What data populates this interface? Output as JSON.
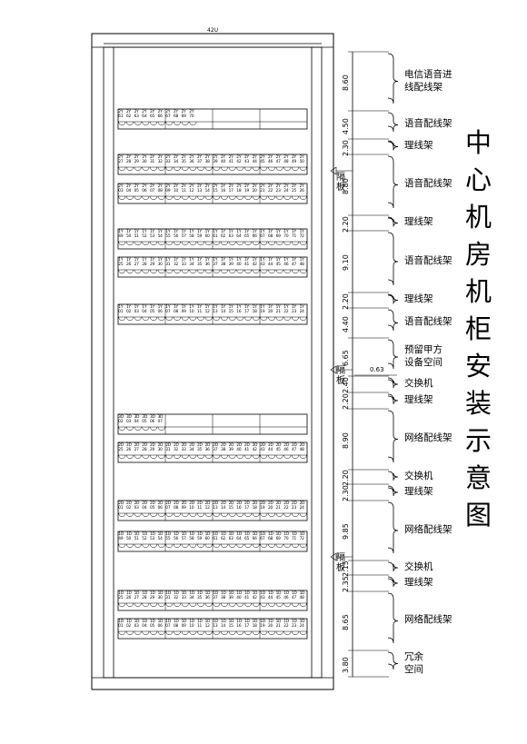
{
  "header_label": "42U",
  "title_chars": [
    "中",
    "心",
    "机",
    "房",
    "机",
    "柜",
    "安",
    "装",
    "示",
    "意",
    "图"
  ],
  "partition_label": "隔板",
  "small_dim": "0.63",
  "sections": [
    {
      "dim": "8.60",
      "label": [
        "电信语音进",
        "线配线架"
      ]
    },
    {
      "dim": "4.50",
      "label": [
        "语音配线架"
      ]
    },
    {
      "dim": "2.30",
      "label": [
        "理线架"
      ]
    },
    {
      "dim": "8.80",
      "label": [
        "语音配线架"
      ]
    },
    {
      "dim": "2.20",
      "label": [
        "理线架"
      ]
    },
    {
      "dim": "9.10",
      "label": [
        "语音配线架"
      ]
    },
    {
      "dim": "2.20",
      "label": [
        "理线架"
      ]
    },
    {
      "dim": "4.40",
      "label": [
        "语音配线架"
      ]
    },
    {
      "dim": "6.65",
      "label": [
        "预留甲方",
        "设备空间"
      ]
    },
    {
      "dim": "2.40",
      "label": [
        "交换机"
      ]
    },
    {
      "dim": "2.20",
      "label": [
        "理线架"
      ]
    },
    {
      "dim": "8.90",
      "label": [
        "网络配线架"
      ]
    },
    {
      "dim": "2.20",
      "label": [
        "交换机"
      ]
    },
    {
      "dim": "2.30",
      "label": [
        "理线架"
      ]
    },
    {
      "dim": "9.85",
      "label": [
        "网络配线架"
      ]
    },
    {
      "dim": "2.15",
      "label": [
        "交换机"
      ]
    },
    {
      "dim": "2.35",
      "label": [
        "理线架"
      ]
    },
    {
      "dim": "8.65",
      "label": [
        "网络配线架"
      ]
    },
    {
      "dim": "3.80",
      "label": [
        "冗余",
        "空间"
      ]
    }
  ],
  "panels": [
    {
      "prefix": "2Y",
      "numbers": [
        "61",
        "62",
        "63",
        "64",
        "65",
        "66",
        "67",
        "68",
        "69",
        "70"
      ]
    },
    {
      "prefix": "2Y",
      "numbers": [
        "27",
        "28",
        "29",
        "30",
        "31",
        "32",
        "33",
        "34",
        "35",
        "36",
        "37",
        "38",
        "39",
        "40",
        "41",
        "42",
        "43",
        "44",
        "45",
        "46",
        "47",
        "48",
        "49",
        "50"
      ]
    },
    {
      "prefix": "2Y",
      "numbers": [
        "03",
        "04",
        "05",
        "06",
        "07",
        "08",
        "09",
        "10",
        "11",
        "12",
        "13",
        "14",
        "15",
        "16",
        "17",
        "18",
        "19",
        "20",
        "21",
        "22",
        "23",
        "24",
        "25",
        "26"
      ]
    },
    {
      "prefix": "1Y",
      "numbers": [
        "49",
        "50",
        "51",
        "52",
        "53",
        "54",
        "55",
        "56",
        "57",
        "58",
        "59",
        "60",
        "61",
        "62",
        "63",
        "64",
        "65",
        "66",
        "67",
        "68",
        "69",
        "70",
        "71",
        "72"
      ]
    },
    {
      "prefix": "1Y",
      "numbers": [
        "25",
        "26",
        "27",
        "28",
        "29",
        "30",
        "31",
        "32",
        "33",
        "34",
        "35",
        "36",
        "37",
        "38",
        "39",
        "40",
        "41",
        "42",
        "43",
        "44",
        "45",
        "46",
        "47",
        "48"
      ]
    },
    {
      "prefix": "1Y",
      "numbers": [
        "01",
        "02",
        "03",
        "04",
        "05",
        "06",
        "07",
        "08",
        "09",
        "10",
        "11",
        "12",
        "13",
        "14",
        "15",
        "16",
        "17",
        "18",
        "19",
        "20",
        "21",
        "22",
        "23",
        "24"
      ]
    },
    {
      "prefix": "3D",
      "numbers": [
        "02",
        "03",
        "04",
        "05",
        "06",
        "07"
      ]
    },
    {
      "prefix": "2D",
      "numbers": [
        "25",
        "26",
        "27",
        "28",
        "29",
        "30",
        "31",
        "32",
        "33",
        "34",
        "35",
        "36",
        "37",
        "38",
        "39",
        "40",
        "41",
        "42",
        "43",
        "44",
        "45",
        "46",
        "47",
        "48"
      ]
    },
    {
      "prefix": "2D",
      "numbers": [
        "01",
        "02",
        "03",
        "04",
        "05",
        "06",
        "07",
        "08",
        "09",
        "10",
        "11",
        "12",
        "13",
        "14",
        "15",
        "16",
        "17",
        "18",
        "19",
        "20",
        "21",
        "22",
        "23",
        "24"
      ]
    },
    {
      "prefix": "1D",
      "numbers": [
        "49",
        "50",
        "51",
        "52",
        "53",
        "54",
        "55",
        "56",
        "57",
        "58",
        "59",
        "60",
        "61",
        "62",
        "63",
        "64",
        "65",
        "66",
        "67",
        "68",
        "69",
        "70",
        "71",
        "72"
      ]
    },
    {
      "prefix": "1D",
      "numbers": [
        "25",
        "26",
        "27",
        "28",
        "29",
        "30",
        "31",
        "32",
        "33",
        "34",
        "35",
        "36",
        "37",
        "38",
        "39",
        "40",
        "41",
        "42",
        "43",
        "44",
        "45",
        "46",
        "47",
        "48"
      ]
    },
    {
      "prefix": "1D",
      "numbers": [
        "01",
        "02",
        "03",
        "04",
        "05",
        "06",
        "07",
        "08",
        "09",
        "10",
        "11",
        "12",
        "13",
        "14",
        "15",
        "16",
        "17",
        "18",
        "19",
        "20",
        "21",
        "22",
        "23",
        "24"
      ]
    }
  ]
}
